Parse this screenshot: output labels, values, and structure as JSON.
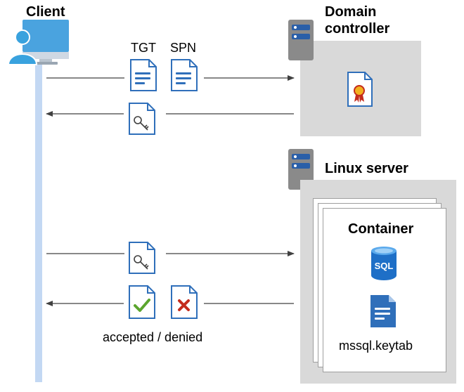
{
  "client": {
    "label": "Client"
  },
  "domain_controller": {
    "label": "Domain\ncontroller"
  },
  "linux_server": {
    "label": "Linux server"
  },
  "container": {
    "label": "Container",
    "sql_label": "SQL",
    "keytab_label": "mssql.keytab"
  },
  "messages": {
    "tgt_label": "TGT",
    "spn_label": "SPN",
    "result_label": "accepted / denied"
  },
  "colors": {
    "doc_blue": "#2f6fba",
    "doc_fill": "#ffffff",
    "client_blue": "#4aa3df",
    "lifeline": "#c3d8f3",
    "box_gray": "#d9d9d9",
    "server_gray": "#8a8a8a",
    "accept_green": "#5ba52e",
    "deny_red": "#c42b1c",
    "arrow": "#404040"
  }
}
